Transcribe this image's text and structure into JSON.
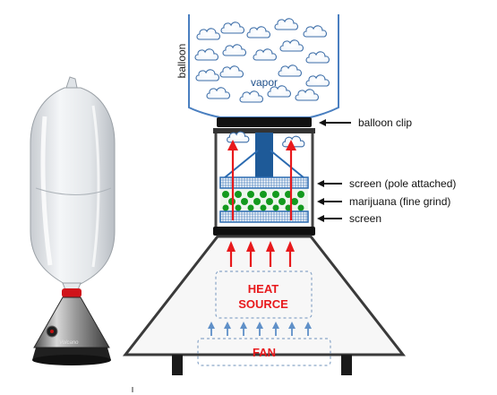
{
  "photo": {
    "device_wordmark": "Volcano"
  },
  "balloon": {
    "side_label": "balloon",
    "content_label": "vapor"
  },
  "callouts": [
    {
      "id": "balloon-clip",
      "text": "balloon clip"
    },
    {
      "id": "screen-pole",
      "text": "screen (pole attached)"
    },
    {
      "id": "marijuana",
      "text": "marijuana (fine grind)"
    },
    {
      "id": "screen-bottom",
      "text": "screen"
    }
  ],
  "base": {
    "heat_line1": "HEAT",
    "heat_line2": "SOURCE",
    "fan_label": "FAN"
  },
  "colors": {
    "outline": "#555555",
    "balloon_blue": "#4a7fc0",
    "cloud_blue": "#3d6ea8",
    "pole_blue": "#1e5a98",
    "screen_blue": "#2a6ab0",
    "herb_green": "#139a1e",
    "heat_red": "#e8191c",
    "fan_arrow_blue": "#5f90c8",
    "black_clip": "#111111"
  }
}
